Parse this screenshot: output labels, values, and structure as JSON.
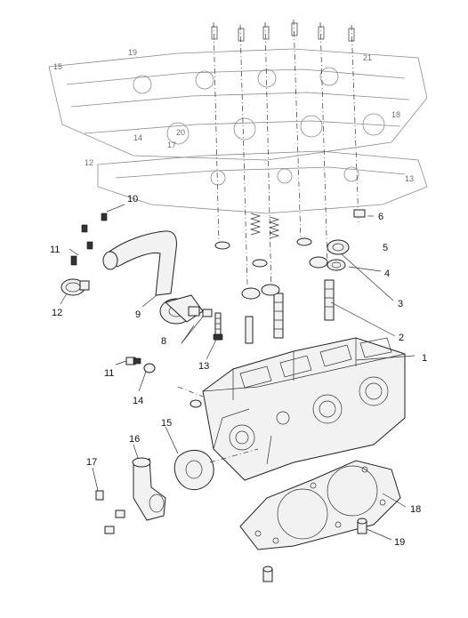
{
  "callouts": [
    {
      "id": "c1",
      "label": "1"
    },
    {
      "id": "c2",
      "label": "2"
    },
    {
      "id": "c3",
      "label": "3"
    },
    {
      "id": "c4",
      "label": "4"
    },
    {
      "id": "c5",
      "label": "5"
    },
    {
      "id": "c6",
      "label": "6"
    },
    {
      "id": "c8",
      "label": "8"
    },
    {
      "id": "c9",
      "label": "9"
    },
    {
      "id": "c10",
      "label": "10"
    },
    {
      "id": "c11a",
      "label": "11"
    },
    {
      "id": "c11b",
      "label": "11"
    },
    {
      "id": "c12",
      "label": "12"
    },
    {
      "id": "c13",
      "label": "13"
    },
    {
      "id": "c14",
      "label": "14"
    },
    {
      "id": "c15",
      "label": "15"
    },
    {
      "id": "c16",
      "label": "16"
    },
    {
      "id": "c17",
      "label": "17"
    },
    {
      "id": "c18",
      "label": "18"
    },
    {
      "id": "c19",
      "label": "19"
    }
  ],
  "faint_labels": {
    "a": "19",
    "b": "21",
    "c": "20",
    "d": "17",
    "e": "15",
    "f": "18",
    "g": "14",
    "h": "12",
    "i": "13"
  }
}
